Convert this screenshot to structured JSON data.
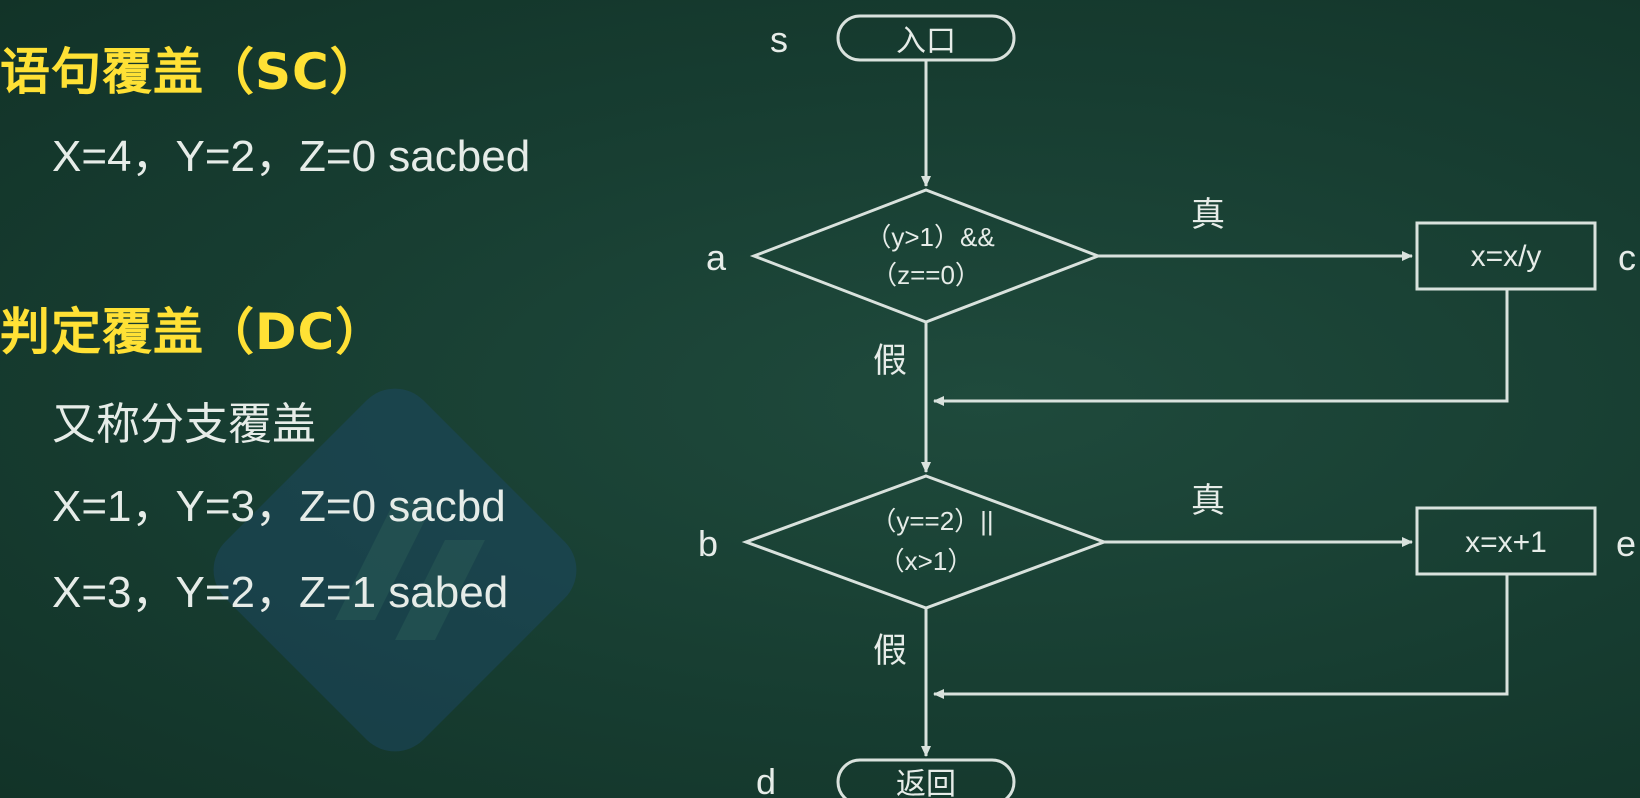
{
  "left_panel": {
    "sc_heading": "语句覆盖（SC）",
    "sc_example": "X=4，Y=2，Z=0 sacbed",
    "dc_heading": "判定覆盖（DC）",
    "dc_note": "又称分支覆盖",
    "dc_example_1": "X=1，Y=3，Z=0 sacbd",
    "dc_example_2": "X=3，Y=2，Z=1 sabed"
  },
  "flowchart": {
    "entry": {
      "label": "入口",
      "node": "s"
    },
    "decision_a": {
      "node": "a",
      "line1": "（y>1）&&",
      "line2": "（z==0）",
      "true_label": "真",
      "false_label": "假"
    },
    "process_c": {
      "node": "c",
      "label": "x=x/y"
    },
    "decision_b": {
      "node": "b",
      "line1": "（y==2）||",
      "line2": "（x>1）",
      "true_label": "真",
      "false_label": "假"
    },
    "process_e": {
      "node": "e",
      "label": "x=x+1"
    },
    "exit": {
      "label": "返回",
      "node": "d"
    }
  },
  "colors": {
    "background": "#173d31",
    "heading": "#ffe135",
    "text": "#e6ece8",
    "stroke": "#d9e2dd"
  }
}
